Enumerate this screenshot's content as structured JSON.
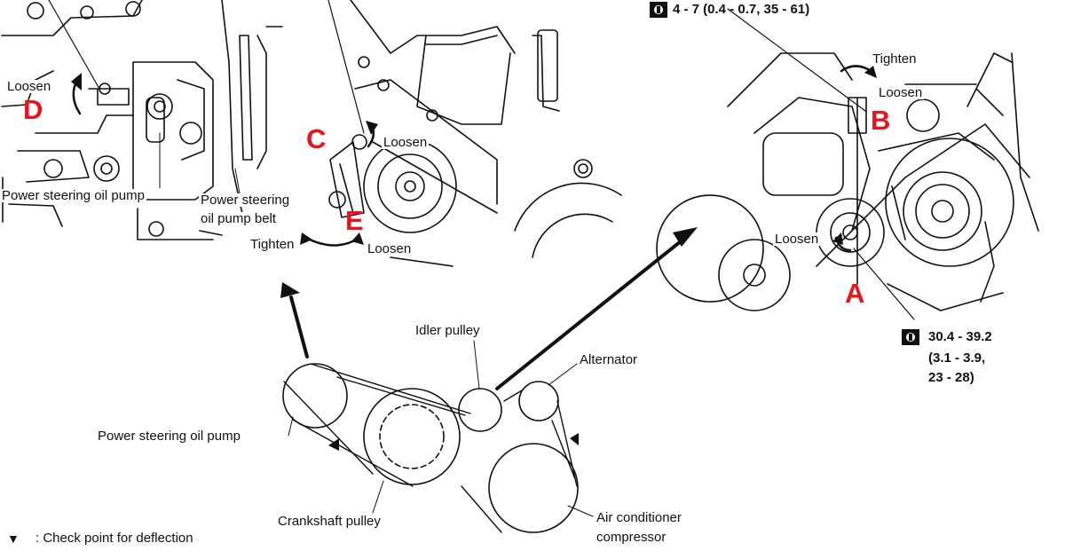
{
  "torque": {
    "top_value": "4 - 7 (0.4 - 0.7, 35 - 61)",
    "a_line1": "30.4 - 39.2",
    "a_line2": "(3.1 - 3.9,",
    "a_line3": "23 - 28)",
    "icon": "torque-wrench-icon"
  },
  "points": {
    "a": "A",
    "b": "B",
    "c": "C",
    "d": "D",
    "e": "E"
  },
  "actions": {
    "loosen": "Loosen",
    "tighten": "Tighten"
  },
  "components": {
    "ps_pump": "Power steering oil pump",
    "ps_belt_line1": "Power steering",
    "ps_belt_line2": "oil pump belt",
    "idler": "Idler pulley",
    "alternator": "Alternator",
    "crankshaft": "Crankshaft pulley",
    "ac_line1": "Air conditioner",
    "ac_line2": "compressor"
  },
  "legend": {
    "symbol": "▼",
    "text": ": Check point for deflection"
  },
  "colors": {
    "point_letters": "#e8141b",
    "lines": "#111111"
  }
}
